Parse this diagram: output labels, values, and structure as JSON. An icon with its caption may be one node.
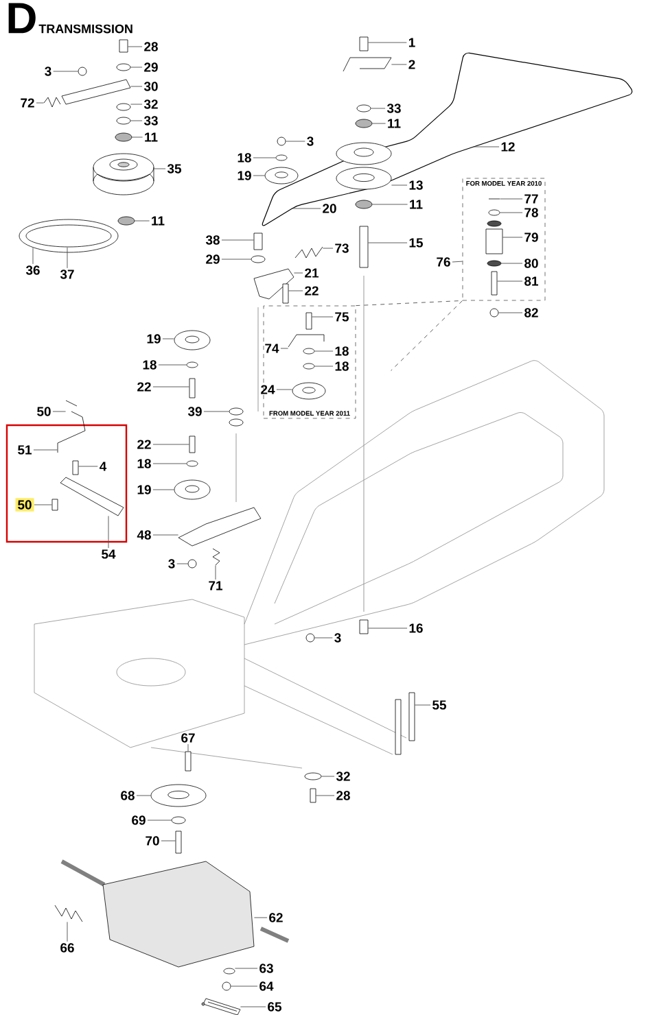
{
  "diagram": {
    "title": "TRANSMISSION",
    "labels": [
      "D"
    ],
    "nodes": [
      {
        "text": [
          "1"
        ]
      },
      {
        "text": [
          "28"
        ]
      },
      {
        "text": [
          "2"
        ]
      },
      {
        "text": [
          "29"
        ]
      },
      {
        "text": [
          "3"
        ]
      },
      {
        "text": [
          "30"
        ]
      },
      {
        "text": [
          "72"
        ]
      },
      {
        "text": [
          "32"
        ]
      },
      {
        "text": [
          "33"
        ]
      },
      {
        "text": [
          "33"
        ]
      },
      {
        "text": [
          "11"
        ]
      },
      {
        "text": [
          "11"
        ]
      },
      {
        "text": [
          "3"
        ]
      },
      {
        "text": [
          "12"
        ]
      },
      {
        "text": [
          "18"
        ]
      },
      {
        "text": [
          "35"
        ]
      },
      {
        "text": [
          "19"
        ]
      },
      {
        "text": [
          "FOR MODEL YEAR 2010"
        ]
      },
      {
        "text": [
          "77"
        ],
        "in": 17
      },
      {
        "text": [
          "78"
        ],
        "in": 17
      },
      {
        "text": [
          "13"
        ]
      },
      {
        "text": [
          "20"
        ]
      },
      {
        "text": [
          "11"
        ]
      },
      {
        "text": [
          "79"
        ],
        "in": 17
      },
      {
        "text": [
          "11"
        ]
      },
      {
        "text": [
          "38"
        ]
      },
      {
        "text": [
          "15"
        ]
      },
      {
        "text": [
          "73"
        ]
      },
      {
        "text": [
          "29"
        ]
      },
      {
        "text": [
          "76"
        ]
      },
      {
        "text": [
          "80"
        ],
        "in": 17
      },
      {
        "text": [
          "36"
        ]
      },
      {
        "text": [
          "37"
        ]
      },
      {
        "text": [
          "21"
        ]
      },
      {
        "text": [
          "81"
        ],
        "in": 17
      },
      {
        "text": [
          "22"
        ]
      },
      {
        "text": [
          "FROM MODEL YEAR 2011"
        ]
      },
      {
        "text": [
          "75"
        ],
        "in": 36
      },
      {
        "text": [
          "82"
        ]
      },
      {
        "text": [
          "19"
        ]
      },
      {
        "text": [
          "74"
        ],
        "in": 36
      },
      {
        "text": [
          "18"
        ],
        "in": 36
      },
      {
        "text": [
          "18"
        ]
      },
      {
        "text": [
          "18"
        ],
        "in": 36
      },
      {
        "text": [
          "22"
        ]
      },
      {
        "text": [
          "24"
        ],
        "in": 36
      },
      {
        "text": [
          "50"
        ]
      },
      {
        "text": [
          "39"
        ]
      },
      {
        "text": [
          "22"
        ]
      },
      {
        "text": [
          "51"
        ]
      },
      {
        "text": [
          "18"
        ]
      },
      {
        "text": [
          "4"
        ]
      },
      {
        "text": [
          "19"
        ]
      },
      {
        "text": [
          "50"
        ]
      },
      {
        "text": [
          "48"
        ]
      },
      {
        "text": [
          "54"
        ]
      },
      {
        "text": [
          "3"
        ]
      },
      {
        "text": [
          "71"
        ]
      },
      {
        "text": [
          "16"
        ]
      },
      {
        "text": [
          "3"
        ]
      },
      {
        "text": [
          "55"
        ]
      },
      {
        "text": [
          "67"
        ]
      },
      {
        "text": [
          "32"
        ]
      },
      {
        "text": [
          "68"
        ]
      },
      {
        "text": [
          "28"
        ]
      },
      {
        "text": [
          "69"
        ]
      },
      {
        "text": [
          "70"
        ]
      },
      {
        "text": [
          "62"
        ]
      },
      {
        "text": [
          "66"
        ]
      },
      {
        "text": [
          "63"
        ]
      },
      {
        "text": [
          "64"
        ]
      },
      {
        "text": [
          "65"
        ]
      },
      {
        "text": [],
        "shape": "box"
      },
      {
        "text": [],
        "shape": "box"
      },
      {
        "text": [],
        "shape": "picture"
      },
      {
        "text": [],
        "shape": "circle"
      },
      {
        "text": [],
        "shape": "circle"
      },
      {
        "text": [],
        "shape": "picture"
      },
      {
        "text": [],
        "shape": "picture"
      },
      {
        "text": [],
        "shape": "circle"
      },
      {
        "text": [],
        "shape": "circle"
      },
      {
        "text": [],
        "shape": "circle"
      },
      {
        "text": [],
        "shape": "circle"
      },
      {
        "text": [],
        "shape": "circle"
      },
      {
        "text": [],
        "shape": "circle"
      },
      {
        "text": [],
        "shape": "circle"
      },
      {
        "text": [],
        "shape": "picture"
      },
      {
        "text": [],
        "shape": "picture"
      },
      {
        "text": [],
        "shape": "picture",
        "in": 17
      },
      {
        "text": [],
        "shape": "circle",
        "in": 17
      },
      {
        "text": [],
        "shape": "picture"
      },
      {
        "text": [],
        "shape": "circle"
      },
      {
        "text": [],
        "shape": "box",
        "in": 17
      },
      {
        "text": [],
        "shape": "circle"
      },
      {
        "text": [],
        "shape": "box"
      },
      {
        "text": [],
        "shape": "box"
      },
      {
        "text": [],
        "shape": "picture"
      },
      {
        "text": [],
        "shape": "circle"
      },
      {
        "text": [],
        "shape": "circle",
        "in": 17
      },
      {
        "text": [],
        "shape": "picture"
      },
      {
        "text": [],
        "shape": "box",
        "in": 17
      },
      {
        "text": [],
        "shape": "box"
      },
      {
        "text": [],
        "shape": "box",
        "in": 36
      },
      {
        "text": [],
        "shape": "circle"
      },
      {
        "text": [],
        "shape": "picture"
      },
      {
        "text": [],
        "shape": "picture",
        "in": 36
      },
      {
        "text": [],
        "shape": "circle",
        "in": 36
      },
      {
        "text": [],
        "shape": "circle"
      },
      {
        "text": [],
        "shape": "circle",
        "in": 36
      },
      {
        "text": [],
        "shape": "box"
      },
      {
        "text": [],
        "shape": "picture",
        "in": 36
      },
      {
        "text": [],
        "shape": "picture"
      },
      {
        "text": [],
        "shape": "circle"
      },
      {
        "text": [],
        "shape": "box"
      },
      {
        "text": [],
        "shape": "picture"
      },
      {
        "text": [],
        "shape": "circle"
      },
      {
        "text": [],
        "shape": "box"
      },
      {
        "text": [],
        "shape": "picture"
      },
      {
        "text": [],
        "shape": "box"
      },
      {
        "text": [],
        "shape": "picture"
      },
      {
        "text": [],
        "shape": "picture"
      },
      {
        "text": [],
        "shape": "circle"
      },
      {
        "text": [],
        "shape": "picture"
      },
      {
        "text": [],
        "shape": "box"
      },
      {
        "text": [],
        "shape": "circle"
      },
      {
        "text": [],
        "shape": "box"
      },
      {
        "text": [],
        "shape": "box"
      },
      {
        "text": [],
        "shape": "circle"
      },
      {
        "text": [],
        "shape": "picture"
      },
      {
        "text": [],
        "shape": "box"
      },
      {
        "text": [],
        "shape": "circle"
      },
      {
        "text": [],
        "shape": "box"
      },
      {
        "text": [],
        "shape": "picture"
      },
      {
        "text": [],
        "shape": "picture"
      },
      {
        "text": [],
        "shape": "circle"
      },
      {
        "text": [],
        "shape": "circle"
      },
      {
        "text": [],
        "shape": "picture"
      }
    ],
    "edges": [
      {
        "from": 0,
        "to": 72,
        "arrow": "none"
      },
      {
        "from": 1,
        "to": 73,
        "arrow": "none"
      },
      {
        "from": 2,
        "to": 74,
        "arrow": "none"
      },
      {
        "from": 3,
        "to": 75,
        "arrow": "none"
      },
      {
        "from": 4,
        "to": 76,
        "arrow": "none"
      },
      {
        "from": 5,
        "to": 77,
        "arrow": "none"
      },
      {
        "from": 6,
        "to": 78,
        "arrow": "none"
      },
      {
        "from": 7,
        "to": 79,
        "arrow": "none"
      },
      {
        "from": 8,
        "to": 80,
        "arrow": "none"
      },
      {
        "from": 9,
        "to": 81,
        "arrow": "none"
      },
      {
        "from": 10,
        "to": 82,
        "arrow": "none"
      },
      {
        "from": 11,
        "to": 83,
        "arrow": "none"
      },
      {
        "from": 12,
        "to": 84,
        "arrow": "none"
      },
      {
        "from": 13,
        "to": null,
        "arrow": "none"
      },
      {
        "from": 14,
        "to": 85,
        "arrow": "none"
      },
      {
        "from": 15,
        "to": 86,
        "arrow": "none"
      },
      {
        "from": 16,
        "to": 87,
        "arrow": "none"
      },
      {
        "from": 18,
        "to": 88,
        "arrow": "none"
      },
      {
        "from": 19,
        "to": 89,
        "arrow": "none"
      },
      {
        "from": 20,
        "to": 90,
        "arrow": "none"
      },
      {
        "from": 21,
        "to": null,
        "arrow": "none"
      },
      {
        "from": 22,
        "to": 91,
        "arrow": "none"
      },
      {
        "from": 23,
        "to": 92,
        "arrow": "none"
      },
      {
        "from": 24,
        "to": 93,
        "arrow": "none"
      },
      {
        "from": 25,
        "to": 94,
        "arrow": "none"
      },
      {
        "from": 26,
        "to": 95,
        "arrow": "none"
      },
      {
        "from": 27,
        "to": 96,
        "arrow": "none"
      },
      {
        "from": 28,
        "to": 97,
        "arrow": "none"
      },
      {
        "from": 29,
        "to": 17,
        "arrow": "none"
      },
      {
        "from": 30,
        "to": 98,
        "arrow": "none"
      },
      {
        "from": 31,
        "to": null,
        "arrow": "none"
      },
      {
        "from": 32,
        "to": null,
        "arrow": "none"
      },
      {
        "from": 33,
        "to": 99,
        "arrow": "none"
      },
      {
        "from": 34,
        "to": 100,
        "arrow": "none"
      },
      {
        "from": 35,
        "to": 101,
        "arrow": "none"
      },
      {
        "from": 37,
        "to": 102,
        "arrow": "none"
      },
      {
        "from": 38,
        "to": 103,
        "arrow": "none"
      },
      {
        "from": 39,
        "to": 104,
        "arrow": "none"
      },
      {
        "from": 40,
        "to": 105,
        "arrow": "none"
      },
      {
        "from": 41,
        "to": 106,
        "arrow": "none"
      },
      {
        "from": 42,
        "to": 107,
        "arrow": "none"
      },
      {
        "from": 43,
        "to": 108,
        "arrow": "none"
      },
      {
        "from": 44,
        "to": 109,
        "arrow": "none"
      },
      {
        "from": 45,
        "to": 110,
        "arrow": "none"
      },
      {
        "from": 46,
        "to": 111,
        "arrow": "none"
      },
      {
        "from": 47,
        "to": 112,
        "arrow": "none"
      },
      {
        "from": 48,
        "to": 113,
        "arrow": "none"
      },
      {
        "from": 49,
        "to": 114,
        "arrow": "none"
      },
      {
        "from": 50,
        "to": 115,
        "arrow": "none"
      },
      {
        "from": 51,
        "to": 116,
        "arrow": "none"
      },
      {
        "from": 52,
        "to": 117,
        "arrow": "none"
      },
      {
        "from": 53,
        "to": 118,
        "arrow": "none"
      },
      {
        "from": 54,
        "to": 119,
        "arrow": "none"
      },
      {
        "from": 55,
        "to": 120,
        "arrow": "none"
      },
      {
        "from": 56,
        "to": 121,
        "arrow": "none"
      },
      {
        "from": 57,
        "to": 122,
        "arrow": "none"
      },
      {
        "from": 58,
        "to": 123,
        "arrow": "none"
      },
      {
        "from": 59,
        "to": 124,
        "arrow": "none"
      },
      {
        "from": 60,
        "to": 125,
        "arrow": "none"
      },
      {
        "from": 61,
        "to": 126,
        "arrow": "none"
      },
      {
        "from": 62,
        "to": 127,
        "arrow": "none"
      },
      {
        "from": 63,
        "to": 128,
        "arrow": "none"
      },
      {
        "from": 64,
        "to": 129,
        "arrow": "none"
      },
      {
        "from": 65,
        "to": 130,
        "arrow": "none"
      },
      {
        "from": 66,
        "to": 131,
        "arrow": "none"
      },
      {
        "from": 67,
        "to": 132,
        "arrow": "none"
      },
      {
        "from": 68,
        "to": 133,
        "arrow": "none"
      },
      {
        "from": 69,
        "to": 134,
        "arrow": "none"
      },
      {
        "from": 70,
        "to": 135,
        "arrow": "none"
      },
      {
        "from": 71,
        "to": 136,
        "arrow": "none"
      },
      {
        "from": 36,
        "to": 17,
        "arrow": "none",
        "style": "dashed"
      },
      {
        "from": 17,
        "to": null,
        "arrow": "none",
        "style": "dashed"
      }
    ]
  }
}
